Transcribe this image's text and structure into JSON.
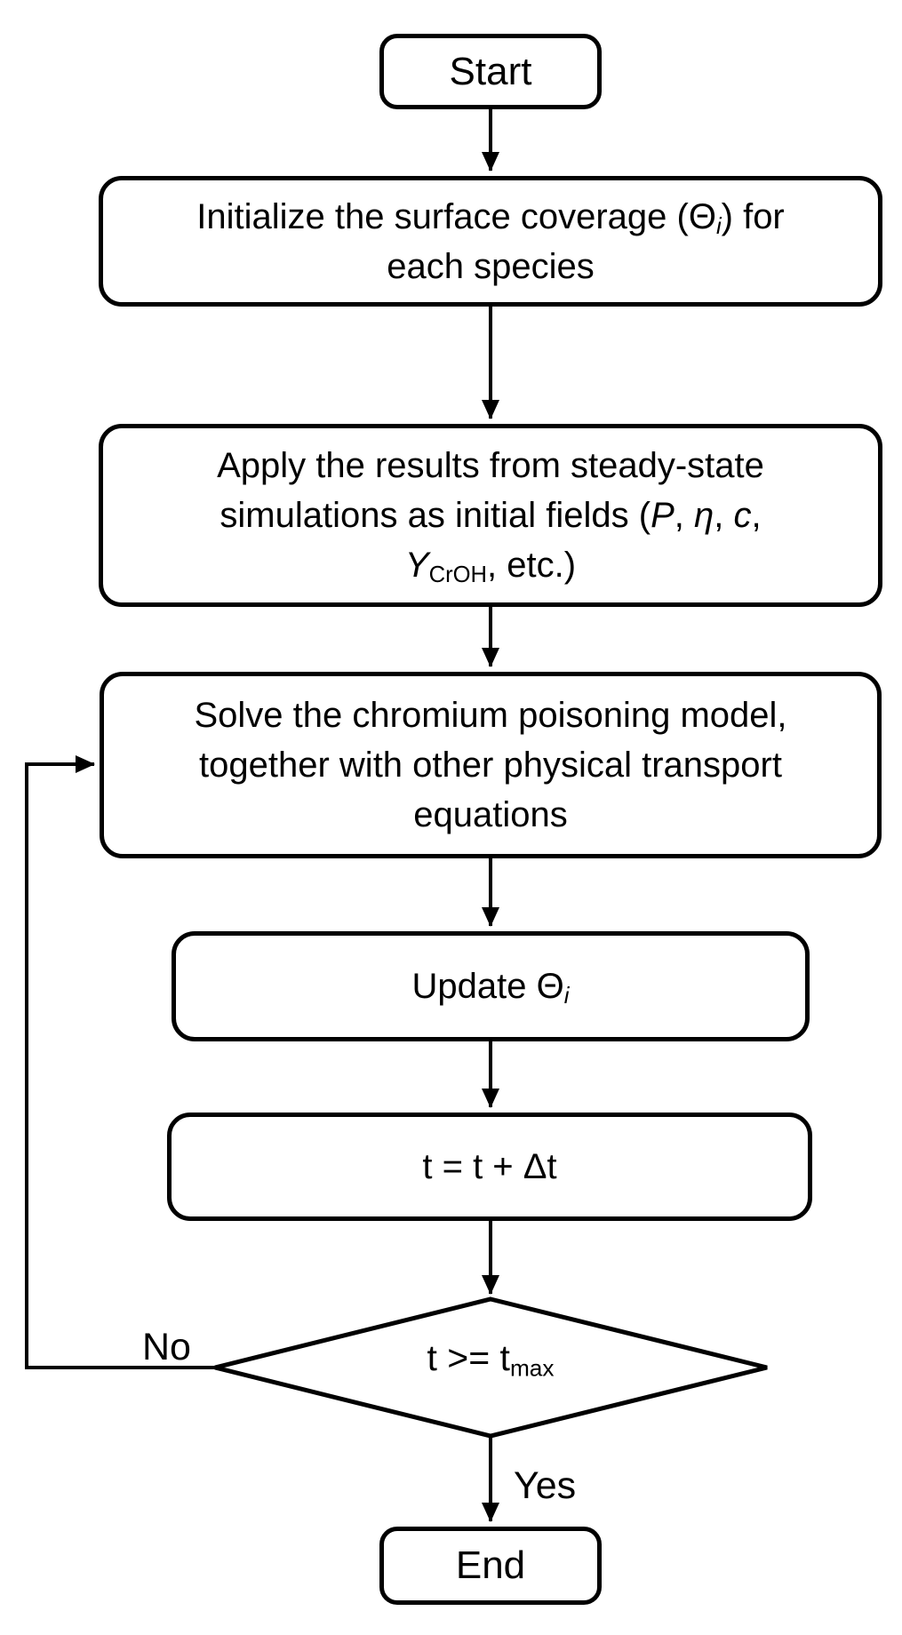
{
  "colors": {
    "stroke": "#000000",
    "fill": "#ffffff",
    "text": "#000000"
  },
  "nodes": {
    "start": {
      "shape": "rounded-rect",
      "label": "Start"
    },
    "initialize": {
      "shape": "rounded-rect",
      "lines": [
        [
          {
            "text": "Initialize the surface coverage (Θ"
          },
          {
            "text": "i",
            "style": "isub"
          },
          {
            "text": ") for"
          }
        ],
        [
          {
            "text": "each species"
          }
        ]
      ]
    },
    "apply": {
      "shape": "rounded-rect",
      "lines": [
        [
          {
            "text": "Apply the results from steady-state"
          }
        ],
        [
          {
            "text": "simulations as initial fields ("
          },
          {
            "text": "P",
            "style": "i"
          },
          {
            "text": ", "
          },
          {
            "text": "η",
            "style": "i"
          },
          {
            "text": ", "
          },
          {
            "text": "c",
            "style": "i"
          },
          {
            "text": ","
          }
        ],
        [
          {
            "text": "Y",
            "style": "i"
          },
          {
            "text": "CrOH",
            "style": "sub"
          },
          {
            "text": ", etc.)"
          }
        ]
      ]
    },
    "solve": {
      "shape": "rounded-rect",
      "lines": [
        [
          {
            "text": "Solve the chromium poisoning model,"
          }
        ],
        [
          {
            "text": "together with other physical transport"
          }
        ],
        [
          {
            "text": "equations"
          }
        ]
      ]
    },
    "update": {
      "shape": "rounded-rect",
      "lines": [
        [
          {
            "text": "Update Θ"
          },
          {
            "text": "i",
            "style": "isub"
          }
        ]
      ]
    },
    "increment": {
      "shape": "rounded-rect",
      "lines": [
        [
          {
            "text": "t = t + Δt"
          }
        ]
      ]
    },
    "decision": {
      "shape": "diamond",
      "lines": [
        [
          {
            "text": "t >= t"
          },
          {
            "text": "max",
            "style": "sub"
          }
        ]
      ]
    },
    "end": {
      "shape": "rounded-rect",
      "label": "End"
    }
  },
  "edge_labels": {
    "yes": "Yes",
    "no": "No"
  },
  "edges": [
    {
      "from": "start",
      "to": "initialize"
    },
    {
      "from": "initialize",
      "to": "apply"
    },
    {
      "from": "apply",
      "to": "solve"
    },
    {
      "from": "solve",
      "to": "update"
    },
    {
      "from": "update",
      "to": "increment"
    },
    {
      "from": "increment",
      "to": "decision"
    },
    {
      "from": "decision",
      "to": "end",
      "label": "Yes"
    },
    {
      "from": "decision",
      "to": "solve",
      "label": "No"
    }
  ]
}
